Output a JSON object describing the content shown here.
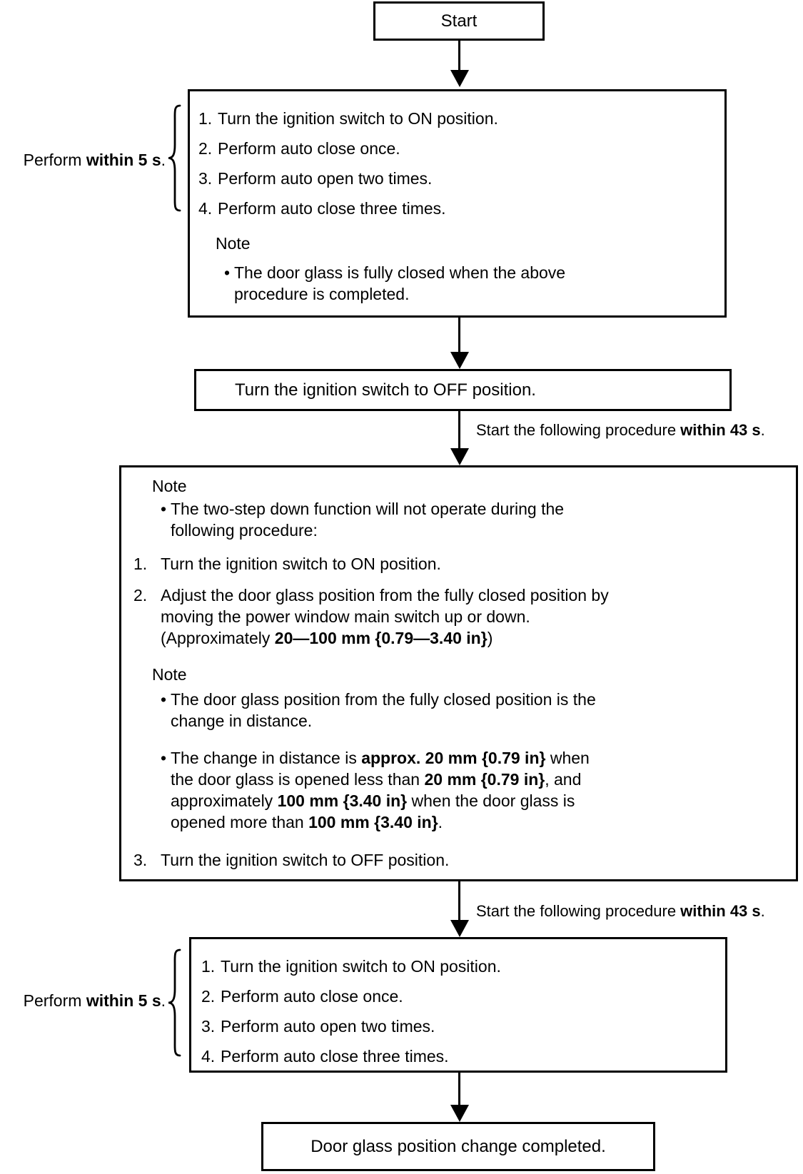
{
  "flow": {
    "bullet": "•",
    "icons": {
      "brace": "curly-brace",
      "arrow": "arrow-down"
    },
    "start": "Start",
    "perform_label": {
      "pre": "Perform ",
      "bold": "within 5 s",
      "post": "."
    },
    "timing_label": {
      "pre": "Start the following procedure ",
      "bold": "within 43 s",
      "post": "."
    },
    "procedure_box": {
      "nums": [
        "1.",
        "2.",
        "3.",
        "4."
      ],
      "items": [
        "Turn the ignition switch to ON position.",
        "Perform auto close once.",
        "Perform auto open two times.",
        "Perform auto close three times."
      ],
      "note_title": "Note",
      "bullet_l1": "The door glass is fully closed when the above",
      "bullet_l2": "procedure is completed."
    },
    "off_box": {
      "text": "Turn the ignition switch to OFF position."
    },
    "adjust_box": {
      "note1_title": "Note",
      "note1_l1": "The two-step down function will not operate during the",
      "note1_l2": "following procedure:",
      "step1_num": "1.",
      "step1": "Turn the ignition switch to ON position.",
      "step2_num": "2.",
      "step2_l1": "Adjust the door glass position from the fully closed position by",
      "step2_l2": "moving the power window main switch up or down.",
      "step2_l3_pre": "(Approximately ",
      "step2_l3_bold": "20—100 mm {0.79—3.40 in}",
      "step2_l3_post": ")",
      "note2_title": "Note",
      "note2_b1_l1": "The door glass position from the fully closed position is the",
      "note2_b1_l2": "change in distance.",
      "note2_b2_l1_pre": "The change in distance is ",
      "note2_b2_l1_bold": "approx. 20 mm {0.79 in}",
      "note2_b2_l1_post": " when",
      "note2_b2_l2_pre": "the door glass is opened less than ",
      "note2_b2_l2_bold": "20 mm {0.79 in}",
      "note2_b2_l2_post": ", and",
      "note2_b2_l3_pre": "approximately ",
      "note2_b2_l3_bold": "100 mm {3.40 in}",
      "note2_b2_l3_post": " when the door glass is",
      "note2_b2_l4_pre": "opened more than ",
      "note2_b2_l4_bold": "100 mm {3.40 in}",
      "note2_b2_l4_post": ".",
      "step3_num": "3.",
      "step3": "Turn the ignition switch to OFF position."
    },
    "repeat_box": {
      "nums": [
        "1.",
        "2.",
        "3.",
        "4."
      ],
      "items": [
        "Turn the ignition switch to ON position.",
        "Perform auto close once.",
        "Perform auto open two times.",
        "Perform auto close three times."
      ]
    },
    "done_box": {
      "text": "Door glass position change completed."
    }
  }
}
